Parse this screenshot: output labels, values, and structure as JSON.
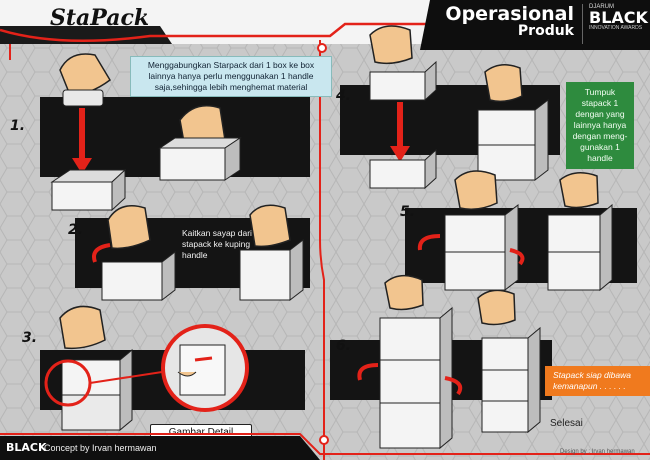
{
  "header": {
    "logo": "StaPack",
    "title_line1": "Operasional",
    "title_line2": "Produk",
    "award": {
      "brand_small": "DJARUM",
      "brand_big": "BLACK",
      "sub": "INNOVATION AWARDS"
    }
  },
  "steps": [
    "1.",
    "2.",
    "3.",
    "4.",
    "5.",
    "6."
  ],
  "notes": {
    "intro": "Menggabungkan  Starpack dari 1 box ke box lainnya hanya perlu menggunakan 1 handle saja,sehingga lebih menghemat material",
    "step2": "Kaitkan sayap dari stapack ke kuping handle",
    "stack": "Tumpuk stapack 1 dengan yang lainnya hanya dengan meng- gunakan 1 handle",
    "ready": "Stapack siap dibawa kemanapun . . . . . ."
  },
  "labels": {
    "detail": "Gambar Detail",
    "done": "Selesai"
  },
  "footer": {
    "brand": "BLACK",
    "concept": "Concept by Irvan hermawan",
    "credit": "Design by : Irvan hermawan"
  },
  "colors": {
    "accent": "#e32219",
    "panel": "#141414",
    "orange": "#f07a1e",
    "green": "#2e8b3e",
    "callout": "#c9e7ef"
  }
}
